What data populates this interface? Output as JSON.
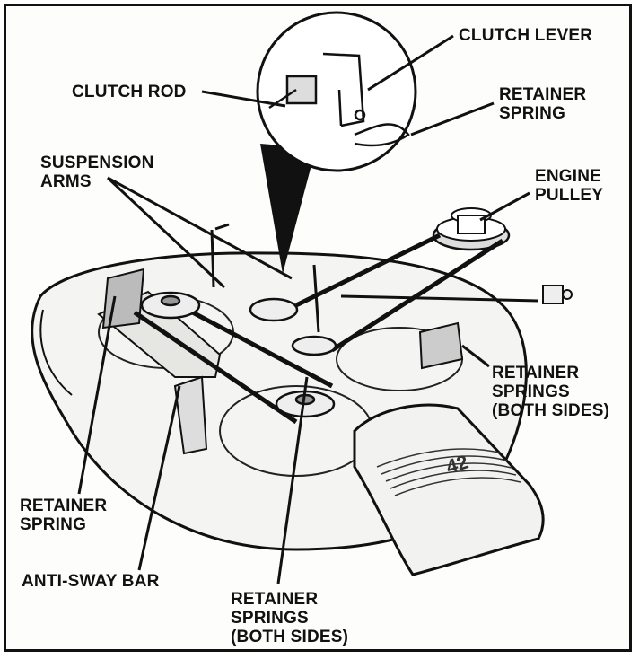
{
  "diagram": {
    "labels": {
      "clutch_lever": "CLUTCH LEVER",
      "clutch_rod": "CLUTCH ROD",
      "retainer_spring_top": "RETAINER\nSPRING",
      "suspension_arms": "SUSPENSION\nARMS",
      "engine_pulley": "ENGINE\nPULLEY",
      "retainer_springs_right": "RETAINER\nSPRINGS\n(BOTH SIDES)",
      "retainer_spring_left": "RETAINER\nSPRING",
      "anti_sway_bar": "ANTI-SWAY BAR",
      "retainer_springs_bottom": "RETAINER\nSPRINGS\n(BOTH SIDES)"
    },
    "deck_badge": "42"
  }
}
